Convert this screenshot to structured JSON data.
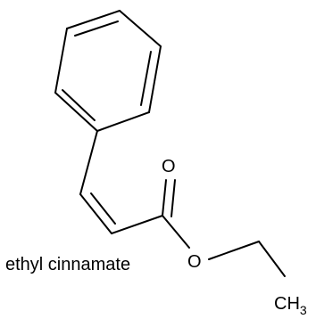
{
  "compound_name": "ethyl cinnamate",
  "atoms": {
    "carbonyl_oxygen": "O",
    "ester_oxygen": "O",
    "methyl_c": "CH",
    "methyl_subscript": "3"
  },
  "colors": {
    "bond": "#000000",
    "background": "#ffffff"
  }
}
